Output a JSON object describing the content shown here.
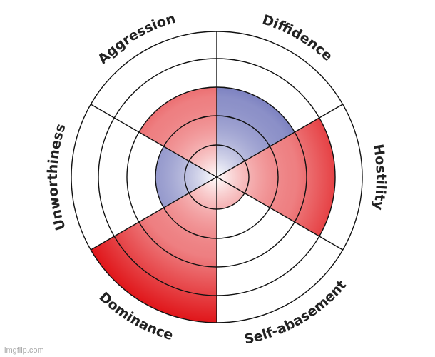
{
  "diagram": {
    "type": "radial-wheel",
    "ring_count": 5,
    "segments": [
      {
        "label": "Diffidence",
        "level": 3,
        "polarity": "negative"
      },
      {
        "label": "Hostility",
        "level": 4,
        "polarity": "positive"
      },
      {
        "label": "Self-abasement",
        "level": 1,
        "polarity": "positive"
      },
      {
        "label": "Dominance",
        "level": 5,
        "polarity": "positive"
      },
      {
        "label": "Unworthiness",
        "level": 2,
        "polarity": "negative"
      },
      {
        "label": "Aggression",
        "level": 3,
        "polarity": "positive"
      }
    ],
    "colors": {
      "positive": "#e0161a",
      "negative": "#2c349a",
      "center": "#ffffff",
      "line": "#111111"
    }
  },
  "watermark": "imgflip.com"
}
